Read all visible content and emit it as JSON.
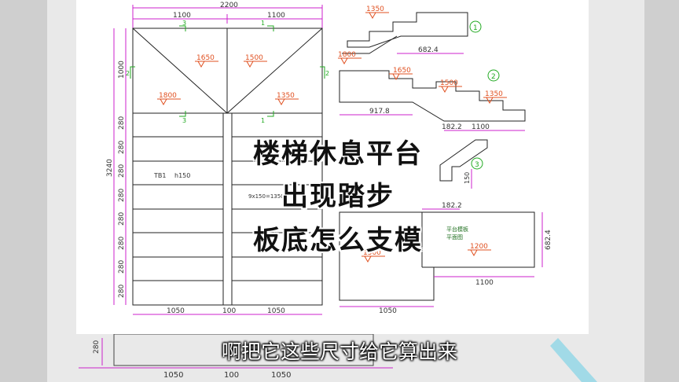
{
  "overlay": {
    "line1": "楼梯休息平台",
    "line2": "出现踏步",
    "line3": "板底怎么支模"
  },
  "subtitle": "啊把它这些尺寸给它算出来",
  "plan": {
    "dim_total": "2200",
    "dim_left_half": "1100",
    "dim_right_half": "1100",
    "dim_landing_depth": "1000",
    "dim_total_height": "3240",
    "step_dims": [
      "280",
      "280",
      "280",
      "280",
      "280",
      "280",
      "280",
      "280"
    ],
    "dim_bottom_left": "1050",
    "dim_bottom_mid": "100",
    "dim_bottom_right": "1050",
    "elev_1650": "1650",
    "elev_1500": "1500",
    "elev_1800": "1800",
    "elev_1350": "1350",
    "section_3_top": "3",
    "section_1_top": "1",
    "section_3_bottom": "3",
    "section_1_bottom": "1",
    "section_2_left": "2",
    "section_2_right": "2",
    "tb_label": "TB1",
    "tb_thickness": "h150",
    "step_formula": "9x150=1350"
  },
  "sections": {
    "s1_elev_top": "1350",
    "s1_elev_1800": "1800",
    "s1_dim": "682.4",
    "s1_marker": "1",
    "s2_elev_1650": "1650",
    "s2_elev_1500": "1500",
    "s2_elev_1350": "1350",
    "s2_dim_left": "917.8",
    "s2_dim_182": "182.2",
    "s2_dim_1100": "1100",
    "s2_marker": "2",
    "s3_dim_150": "150",
    "s3_marker": "3",
    "plat_dim_182": "182.2",
    "plat_label_1": "平台模板",
    "plat_label_2": "平面图",
    "plat_elev_1500": "1500",
    "plat_elev_1200": "1200",
    "plat_dim_682": "682.4",
    "plat_dim_1100": "1100",
    "plat_dim_1050": "1050"
  },
  "below": {
    "dim_280": "280",
    "dim_1050_left": "1050",
    "dim_100": "100",
    "dim_1050_right": "1050"
  },
  "colors": {
    "line": "#222222",
    "dim": "#cc22cc",
    "elev": "#e05020",
    "section_mark": "#22aa22",
    "paper": "#ffffff",
    "background": "#d9d9d9"
  }
}
